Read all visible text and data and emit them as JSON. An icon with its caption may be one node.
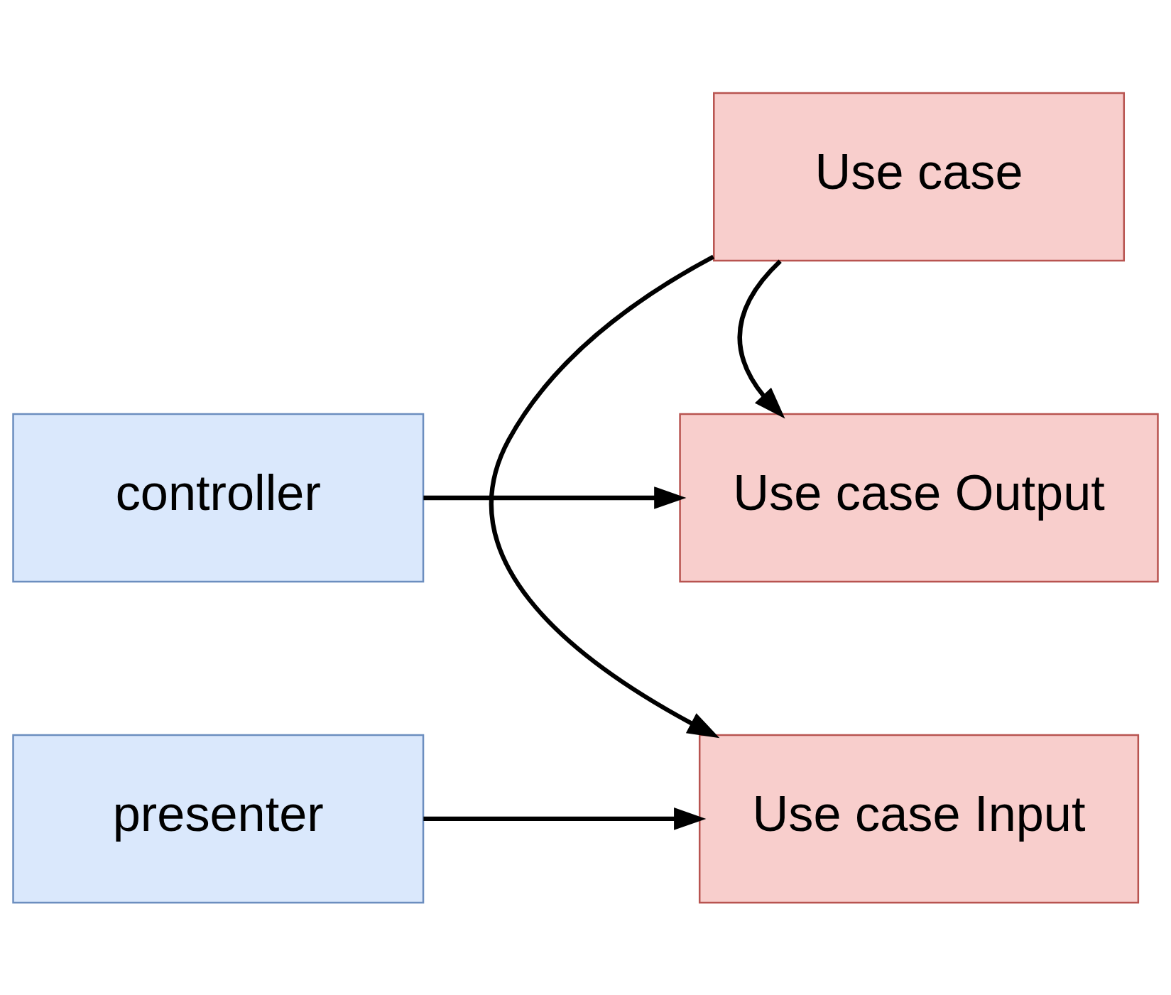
{
  "diagram": {
    "nodes": [
      {
        "text": [
          "controller"
        ]
      },
      {
        "text": [
          "Use case Output"
        ]
      },
      {
        "text": [
          "Use case"
        ]
      },
      {
        "text": [
          "presenter"
        ]
      },
      {
        "text": [
          "Use case Input"
        ]
      }
    ],
    "edges": [
      {
        "from": 0,
        "to": 1,
        "arrow": "to"
      },
      {
        "from": 2,
        "to": 1,
        "arrow": "to"
      },
      {
        "from": 2,
        "to": 4,
        "arrow": "to"
      },
      {
        "from": 3,
        "to": 4,
        "arrow": "to"
      }
    ]
  }
}
